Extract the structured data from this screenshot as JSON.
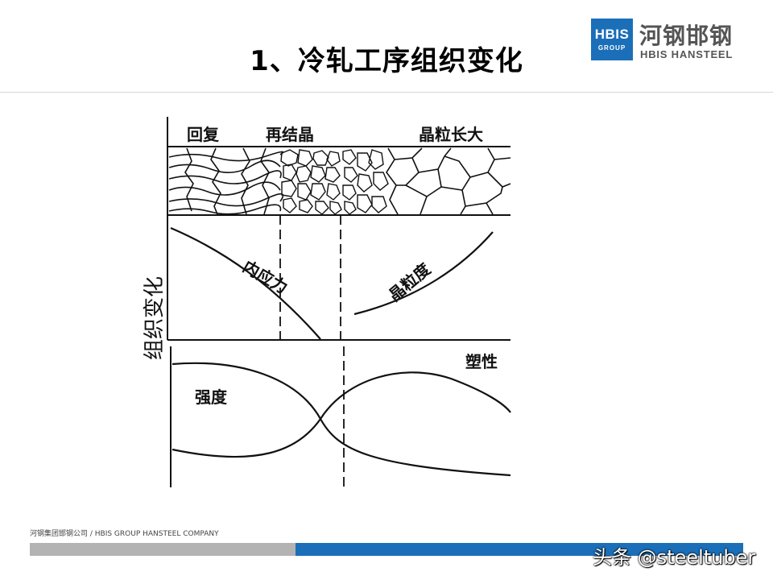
{
  "slide": {
    "title": "1、冷轧工序组织变化"
  },
  "logo": {
    "box_big": "HBIS",
    "box_small": "GROUP",
    "cn": "河钢邯钢",
    "en": "HBIS HANSTEEL",
    "brand_color": "#1b6fb8"
  },
  "diagram": {
    "y_axis_label": "组织变化",
    "stages": [
      "回复",
      "再结晶",
      "晶粒长大"
    ],
    "upper_curves": [
      "内应力",
      "晶粒度"
    ],
    "lower_curves": [
      "强度",
      "塑性"
    ]
  },
  "footer": {
    "company": "河钢集团邯钢公司 /  HBIS GROUP HANSTEEL COMPANY",
    "watermark": "头条 @steeltuber"
  },
  "colors": {
    "gray_bar": "#b3b3b3",
    "blue_bar": "#1b6fb8"
  }
}
